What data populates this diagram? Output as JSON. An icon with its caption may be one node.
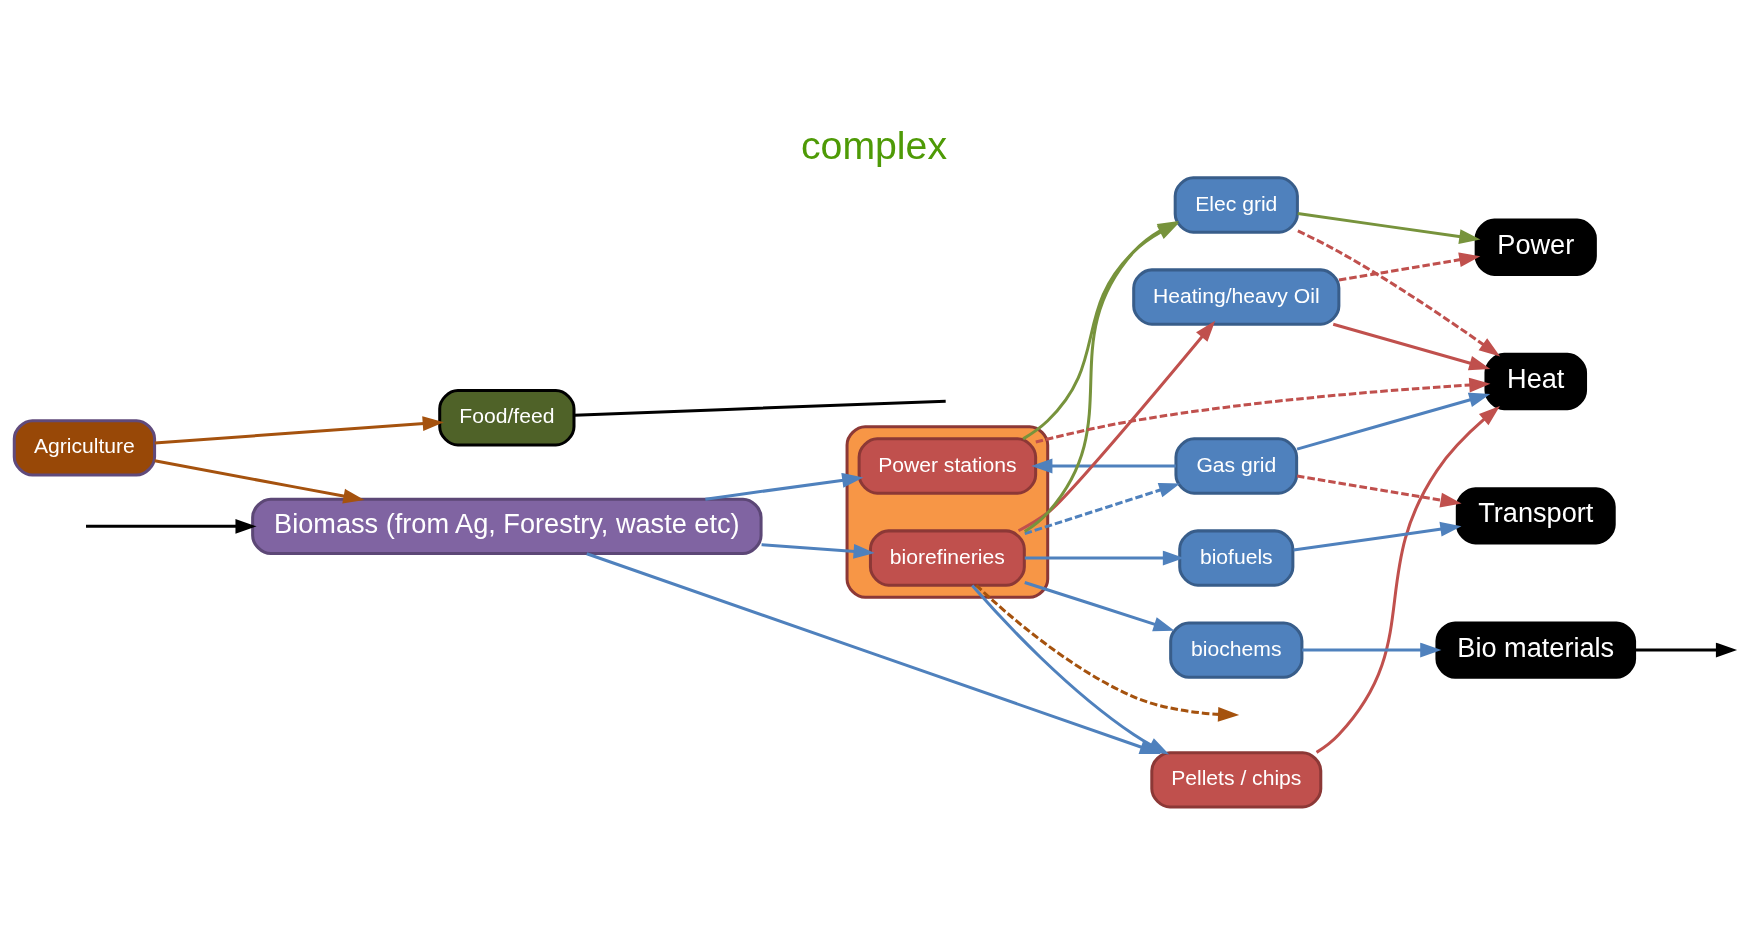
{
  "diagram": {
    "title": "complex",
    "nodes": [
      {
        "text": [
          "Agriculture"
        ]
      },
      {
        "text": [
          "Food/feed"
        ]
      },
      {
        "text": [
          "Gas grid"
        ]
      },
      {
        "text": [
          "Heat"
        ]
      },
      {
        "text": [
          "Pellets / chips"
        ]
      },
      {
        "text": [
          "Biomass (from Ag, Forestry, waste etc)"
        ]
      },
      {
        "text": [],
        "shape": "box"
      },
      {
        "text": [
          "biorefineries"
        ],
        "in": 6
      },
      {
        "text": [
          "Power stations"
        ],
        "in": 6
      },
      {
        "text": [
          "Heating/heavy Oil"
        ]
      },
      {
        "text": [
          "biofuels"
        ]
      },
      {
        "text": [
          "biochems"
        ]
      },
      {
        "text": [
          "Transport"
        ]
      },
      {
        "text": [
          "Bio materials"
        ]
      },
      {
        "text": [
          "Elec grid"
        ]
      },
      {
        "text": [
          "Power"
        ]
      }
    ],
    "edges": [
      {
        "from": 0,
        "to": 1,
        "arrow": "to",
        "color": "#a5520e"
      },
      {
        "from": 0,
        "to": 5,
        "arrow": "to",
        "color": "#a5520e"
      },
      {
        "from": 1,
        "to": null,
        "arrow": "none",
        "color": "#000000"
      },
      {
        "from": 13,
        "to": null,
        "arrow": "to",
        "color": "#000000"
      },
      {
        "from": null,
        "to": 5,
        "arrow": "to",
        "color": "#000000"
      },
      {
        "from": 7,
        "to": null,
        "arrow": "to",
        "style": "dashed",
        "color": "#a5520e"
      },
      {
        "from": 2,
        "to": 8,
        "arrow": "to"
      },
      {
        "from": 5,
        "to": 4,
        "arrow": "to"
      },
      {
        "from": 5,
        "to": 7,
        "arrow": "to"
      },
      {
        "from": 5,
        "to": 8,
        "arrow": "to"
      },
      {
        "from": 7,
        "to": 4,
        "arrow": "to"
      },
      {
        "from": 7,
        "to": 2,
        "arrow": "to",
        "style": "dashed"
      },
      {
        "from": 7,
        "to": 9,
        "arrow": "to",
        "color": "#c0504d"
      },
      {
        "from": 7,
        "to": 10,
        "arrow": "to"
      },
      {
        "from": 7,
        "to": 11,
        "arrow": "to"
      },
      {
        "from": 7,
        "to": 14,
        "arrow": "to",
        "color": "#77933c"
      },
      {
        "from": 8,
        "to": 14,
        "arrow": "to",
        "color": "#77933c"
      },
      {
        "from": 8,
        "to": 3,
        "arrow": "to",
        "style": "dashed",
        "color": "#c0504d"
      },
      {
        "from": 4,
        "to": 3,
        "arrow": "to",
        "color": "#c0504d"
      },
      {
        "from": 2,
        "to": 3,
        "arrow": "to"
      },
      {
        "from": 2,
        "to": 12,
        "arrow": "to",
        "style": "dashed",
        "color": "#c0504d"
      },
      {
        "from": 9,
        "to": 3,
        "arrow": "to",
        "color": "#c0504d"
      },
      {
        "from": 9,
        "to": 15,
        "arrow": "to",
        "style": "dashed",
        "color": "#c0504d"
      },
      {
        "from": 10,
        "to": 12,
        "arrow": "to"
      },
      {
        "from": 11,
        "to": 13,
        "arrow": "to"
      },
      {
        "from": 14,
        "to": 3,
        "arrow": "to",
        "style": "dashed",
        "color": "#c0504d"
      },
      {
        "from": 14,
        "to": 15,
        "arrow": "to",
        "color": "#77933c"
      }
    ]
  }
}
